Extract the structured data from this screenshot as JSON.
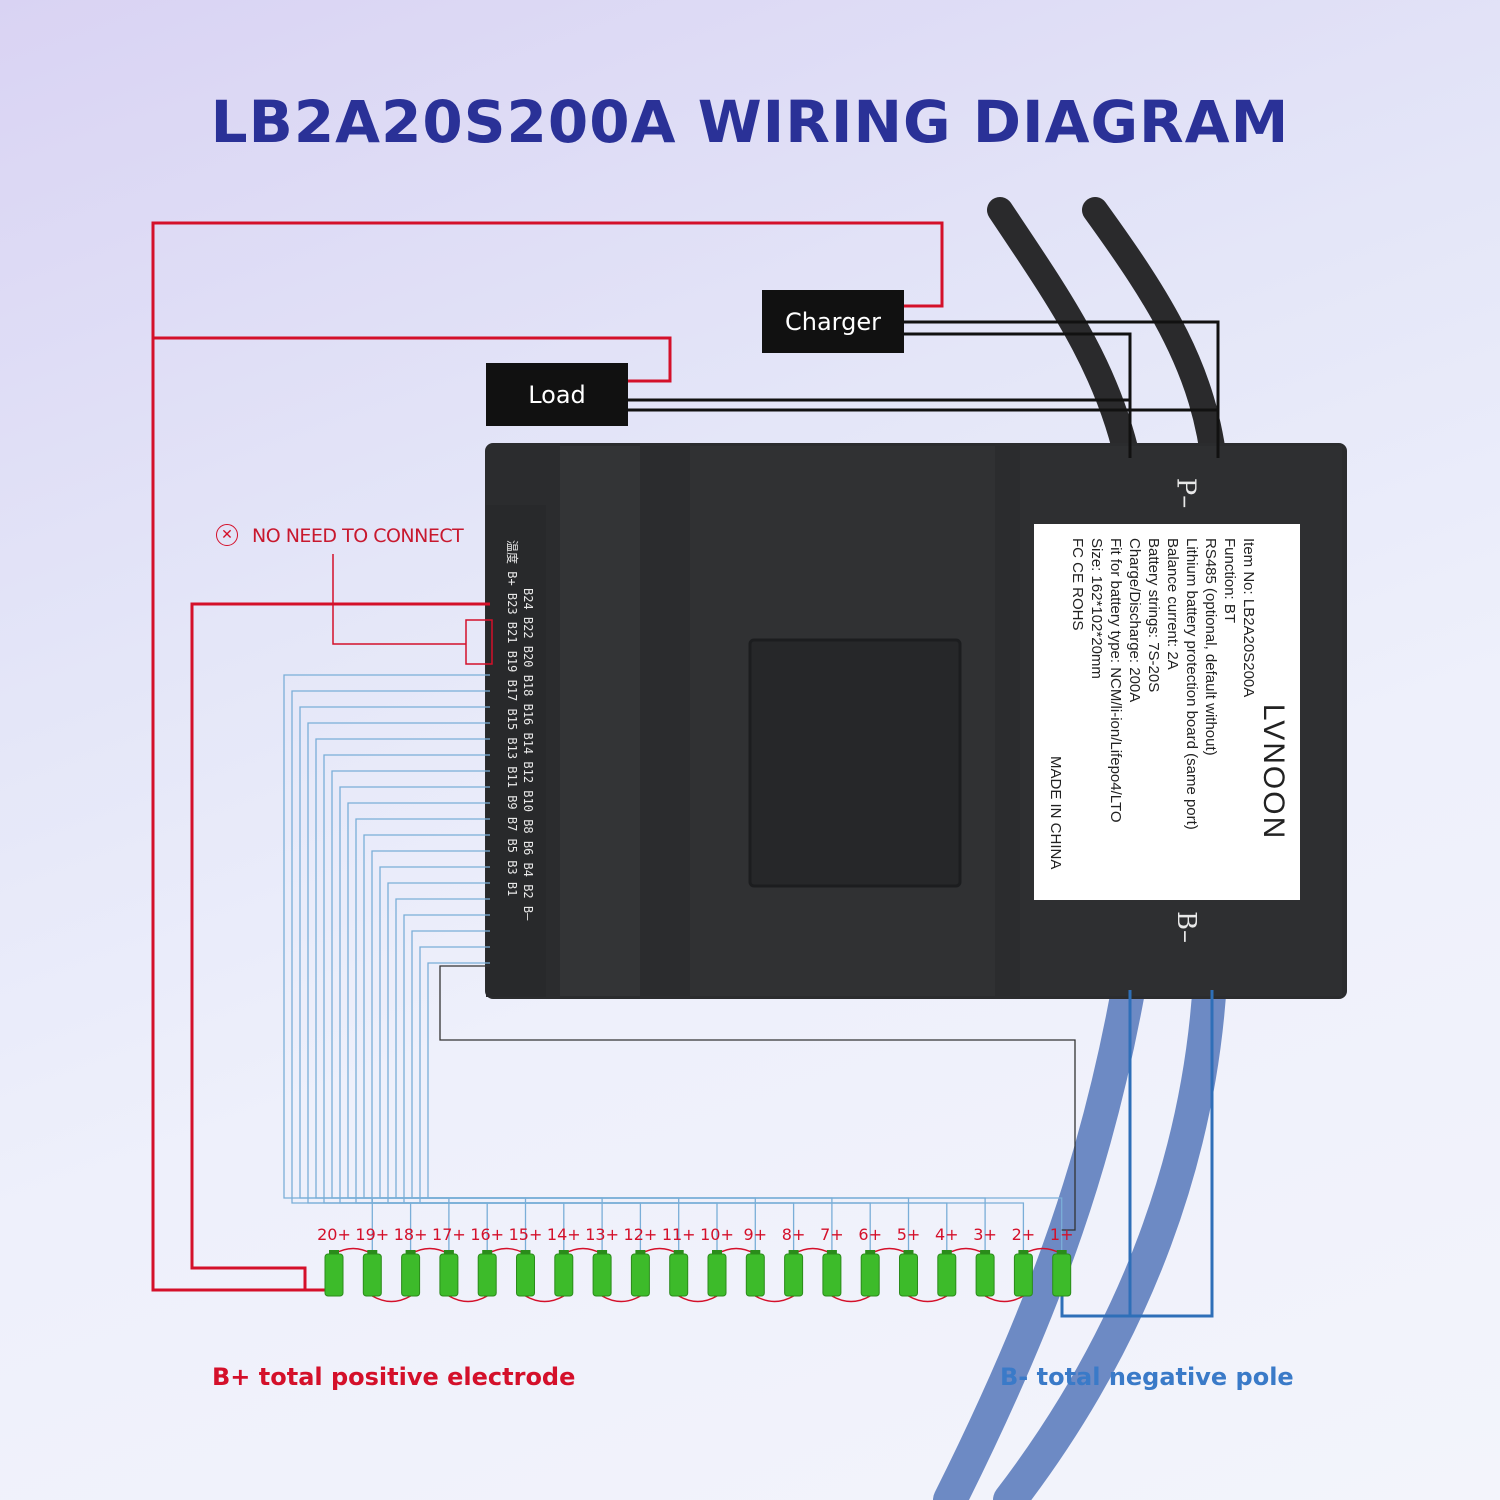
{
  "title": "LB2A20S200A WIRING DIAGRAM",
  "labels": {
    "charger": "Charger",
    "load": "Load",
    "no_connect": "NO NEED TO CONNECT",
    "positive": "B+ total positive electrode",
    "negative": "B- total negative pole",
    "p_minus": "P–",
    "b_minus": "B–"
  },
  "board_pins": {
    "row1": "温度  B+ B23 B21 B19 B17 B15 B13 B11  B9  B7  B5  B3  B1",
    "row2": "B24 B22 B20 B18 B16 B14 B12 B10  B8  B6  B4  B2  B–"
  },
  "spec_label": {
    "brand": "LVNOON",
    "lines": [
      "Item No: LB2A20S200A",
      "Function: BT",
      "RS485 (optional, default without)",
      "Lithium battery protection board (same port)",
      "Balance current: 2A",
      "Battery strings: 7S-20S",
      "Charge/Discharge: 200A",
      "Fit for battery type: NCM/li-ion/Lifepo4/LTO",
      "Size: 162*102*20mm",
      "FC CE ROHS"
    ],
    "made_in": "MADE IN CHINA"
  },
  "cells": [
    "20+",
    "19+",
    "18+",
    "17+",
    "16+",
    "15+",
    "14+",
    "13+",
    "12+",
    "11+",
    "10+",
    "9+",
    "8+",
    "7+",
    "6+",
    "5+",
    "4+",
    "3+",
    "2+",
    "1+"
  ],
  "colors": {
    "title": "#2a3197",
    "positive_wire": "#d4102a",
    "negative_wire": "#2e6fb8",
    "balance_wire": "#7aaed8",
    "cell": "#3dbb2a",
    "board": "#2b2c2e"
  }
}
